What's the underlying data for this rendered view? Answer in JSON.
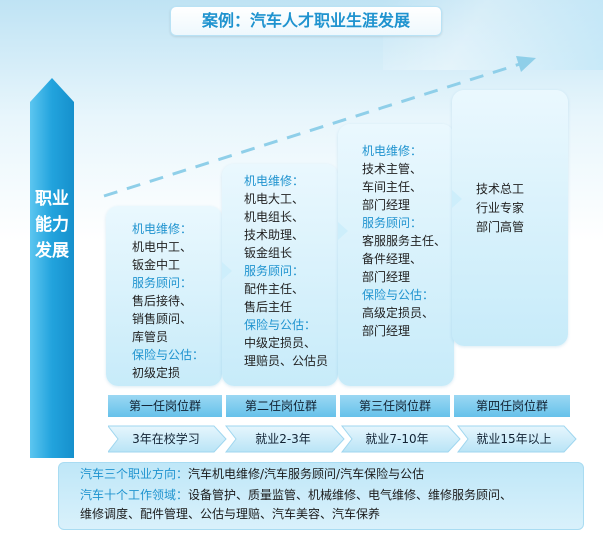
{
  "title": "案例：汽车人才职业生涯发展",
  "vertical_label": "职业能力发展",
  "stages": [
    {
      "lines": [
        {
          "text": "机电维修：",
          "cat": true
        },
        {
          "text": "机电中工、",
          "cat": false
        },
        {
          "text": "钣金中工",
          "cat": false
        },
        {
          "text": "服务顾问：",
          "cat": true
        },
        {
          "text": "售后接待、",
          "cat": false
        },
        {
          "text": "销售顾问、",
          "cat": false
        },
        {
          "text": "库管员",
          "cat": false
        },
        {
          "text": "保险与公估：",
          "cat": true
        },
        {
          "text": "初级定损",
          "cat": false
        }
      ],
      "group": "第一任岗位群",
      "timeline": "3年在校学习"
    },
    {
      "lines": [
        {
          "text": "机电维修：",
          "cat": true
        },
        {
          "text": "机电大工、",
          "cat": false
        },
        {
          "text": "机电组长、",
          "cat": false
        },
        {
          "text": "技术助理、",
          "cat": false
        },
        {
          "text": "钣金组长",
          "cat": false
        },
        {
          "text": "服务顾问：",
          "cat": true
        },
        {
          "text": "配件主任、",
          "cat": false
        },
        {
          "text": "售后主任",
          "cat": false
        },
        {
          "text": "保险与公估：",
          "cat": true
        },
        {
          "text": "中级定损员、",
          "cat": false
        },
        {
          "text": "理赔员、公估员",
          "cat": false
        }
      ],
      "group": "第二任岗位群",
      "timeline": "就业2-3年"
    },
    {
      "lines": [
        {
          "text": "机电维修：",
          "cat": true
        },
        {
          "text": "技术主管、",
          "cat": false
        },
        {
          "text": "车间主任、",
          "cat": false
        },
        {
          "text": "部门经理",
          "cat": false
        },
        {
          "text": "服务顾问：",
          "cat": true
        },
        {
          "text": "客服服务主任、",
          "cat": false
        },
        {
          "text": "备件经理、",
          "cat": false
        },
        {
          "text": "部门经理",
          "cat": false
        },
        {
          "text": "保险与公估：",
          "cat": true
        },
        {
          "text": "高级定损员、",
          "cat": false
        },
        {
          "text": "部门经理",
          "cat": false
        }
      ],
      "group": "第三任岗位群",
      "timeline": "就业7-10年"
    },
    {
      "lines": [
        {
          "text": "技术总工",
          "cat": false
        },
        {
          "text": "行业专家",
          "cat": false
        },
        {
          "text": "部门高管",
          "cat": false
        }
      ],
      "group": "第四任岗位群",
      "timeline": "就业15年以上"
    }
  ],
  "bottom": {
    "line1_label": "汽车三个职业方向：",
    "line1_text": "汽车机电维修/汽车服务顾问/汽车保险与公估",
    "line2_label": "汽车十个工作领域：",
    "line2_text": "设备管护、质量监管、机械维修、电气维修、维修服务顾问、",
    "line3_text": "维修调度、配件管理、公估与理赔、汽车美容、汽车保养"
  },
  "colors": {
    "accent": "#1f93cf",
    "bar_blue": "#29a9e1",
    "card_light": "#eaf8fe",
    "group_bar": "#66c1ea"
  }
}
